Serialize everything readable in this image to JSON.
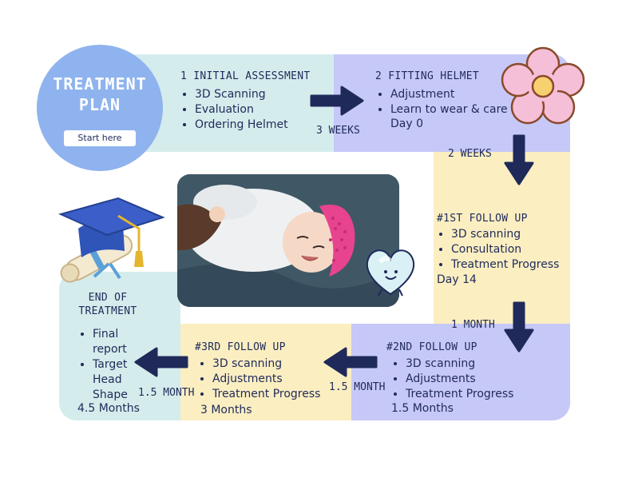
{
  "title": "TREATMENT PLAN",
  "start_label": "Start here",
  "steps": {
    "initial": {
      "heading": "1 INITIAL ASSESSMENT",
      "items": [
        "3D Scanning",
        "Evaluation",
        "Ordering Helmet"
      ]
    },
    "fitting": {
      "heading": "2 FITTING HELMET",
      "items": [
        "Adjustment",
        "Learn to wear & care"
      ],
      "day": "Day 0"
    },
    "followup1": {
      "heading": "#1ST FOLLOW UP",
      "items": [
        "3D scanning",
        "Consultation",
        "Treatment Progress"
      ],
      "day": "Day 14"
    },
    "followup2": {
      "heading": "#2ND FOLLOW UP",
      "items": [
        "3D scanning",
        "Adjustments",
        "Treatment Progress"
      ],
      "day": "1.5 Months"
    },
    "followup3": {
      "heading": "#3RD FOLLOW UP",
      "items": [
        "3D scanning",
        "Adjustments",
        "Treatment Progress"
      ],
      "day": "3 Months"
    },
    "end": {
      "heading_line1": "END OF",
      "heading_line2": "TREATMENT",
      "items": [
        "Final report",
        "Target Head Shape"
      ],
      "day": "4.5 Months"
    }
  },
  "durations": {
    "d1": "3 WEEKS",
    "d2": "2 WEEKS",
    "d3": "1 MONTH",
    "d4": "1.5 MONTH",
    "d5": "1.5 MONTH"
  },
  "colors": {
    "navy": "#1f2a5a",
    "teal_panel": "#d5ecec",
    "lavender_panel": "#c6c8f7",
    "cream_panel": "#fbeec1",
    "circle_blue": "#8fb3ee",
    "flower_pink": "#f6bfd8",
    "flower_center": "#f7d070",
    "cap_blue": "#3b5ec9",
    "helmet_pink": "#e8438f"
  },
  "icons": [
    "flower-icon",
    "graduation-cap-icon",
    "heart-face-icon",
    "arrow-right-icon",
    "arrow-down-icon",
    "arrow-left-icon"
  ]
}
